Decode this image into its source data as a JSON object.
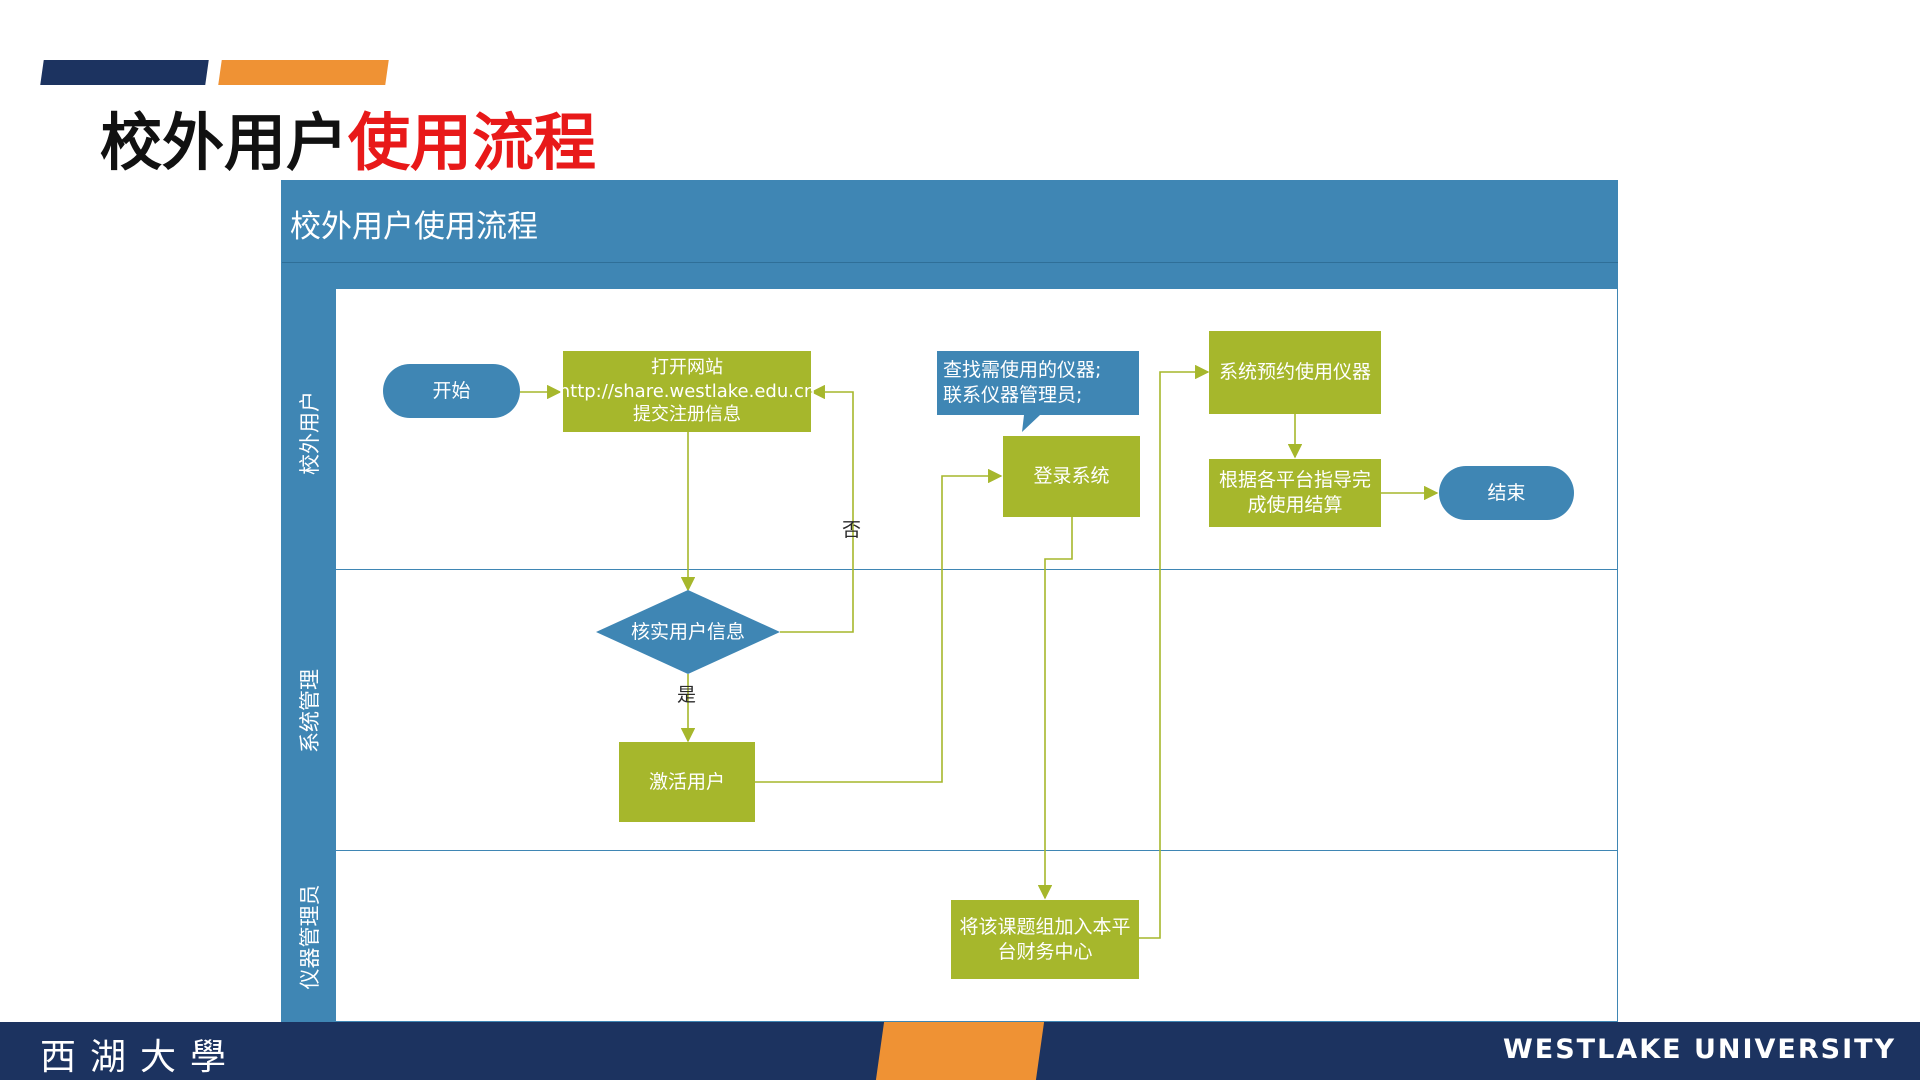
{
  "slide": {
    "title_black": "校外用户",
    "title_red": "使用流程",
    "accent_colors": [
      "#1c3360",
      "#ef9234"
    ],
    "title_red_color": "#e81919"
  },
  "diagram": {
    "pool_title": "校外用户使用流程",
    "lanes": [
      "校外用户",
      "系统管理",
      "仪器管理员"
    ],
    "nodes": {
      "start": "开始",
      "open_site_line1": "打开网站",
      "open_site_line2": "http://share.westlake.edu.cn",
      "open_site_line3": "提交注册信息",
      "verify": "核实用户信息",
      "activate": "激活用户",
      "login": "登录系统",
      "callout_line1": "查找需使用的仪器;",
      "callout_line2": "联系仪器管理员;",
      "add_group_line1": "将该课题组加入本平",
      "add_group_line2": "台财务中心",
      "reserve": "系统预约使用仪器",
      "settle_line1": "根据各平台指导完",
      "settle_line2": "成使用结算",
      "end": "结束"
    },
    "labels": {
      "no": "否",
      "yes": "是"
    },
    "colors": {
      "lane_blue": "#3f86b4",
      "process_green": "#a6b72c",
      "connector": "#a6b72c"
    }
  },
  "footer": {
    "logo_cn": "西湖大學",
    "logo_en": "WESTLAKE UNIVERSITY",
    "background": "#1c3360",
    "accent": "#ef9234"
  }
}
